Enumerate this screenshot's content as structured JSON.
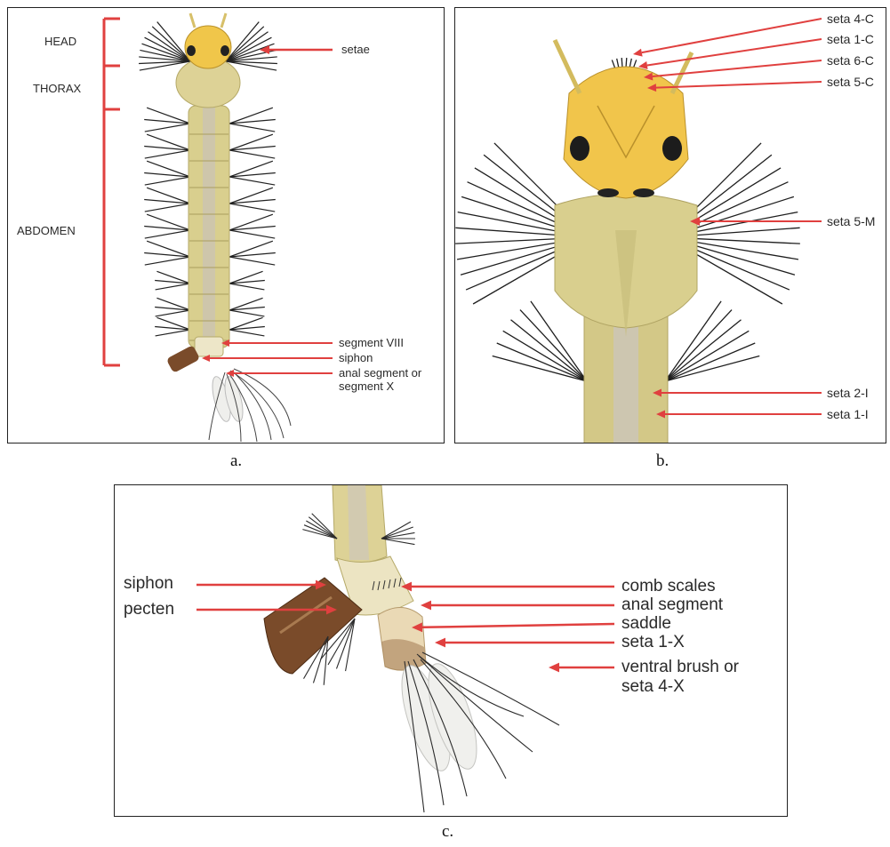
{
  "panel_a": {
    "caption": "a.",
    "region_labels": [
      "HEAD",
      "THORAX",
      "ABDOMEN"
    ],
    "labels": [
      "setae",
      "segment VIII",
      "siphon",
      "anal segment or",
      "segment X"
    ]
  },
  "panel_b": {
    "caption": "b.",
    "labels": [
      "seta 4-C",
      "seta 1-C",
      "seta 6-C",
      "seta 5-C",
      "seta 5-M",
      "seta 2-I",
      "seta 1-I"
    ]
  },
  "panel_c": {
    "caption": "c.",
    "left_labels": [
      "siphon",
      "pecten"
    ],
    "right_labels": [
      "comb scales",
      "anal segment",
      "saddle",
      "seta 1-X",
      "ventral brush or",
      "seta 4-X"
    ]
  },
  "colors": {
    "arrow": "#e0403f",
    "bracket": "#e0403f",
    "body": "#d9cf8e",
    "head": "#f0c64a",
    "siphon": "#7a4b2a",
    "setae": "#222222"
  }
}
